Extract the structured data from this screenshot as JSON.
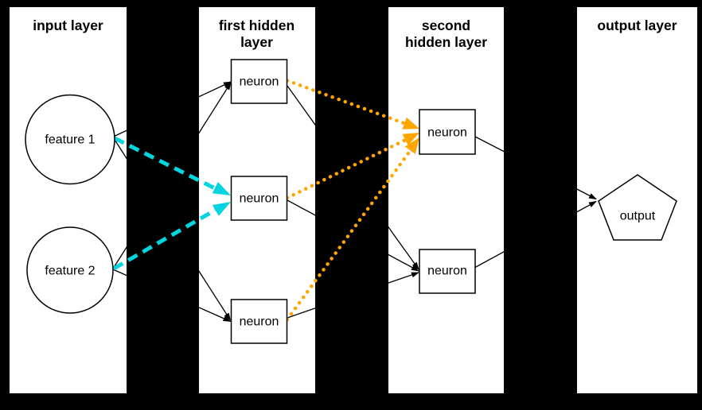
{
  "colors": {
    "background": "#000000",
    "panel": "#ffffff",
    "edge_black": "#000000",
    "cyan_edge": "#00d5e0",
    "cyan_node_fill": "#00ffff",
    "orange_edge": "#ffa500",
    "orange_node_fill": "#ffa505"
  },
  "layers": {
    "input": {
      "title": "input layer",
      "nodes": {
        "feature1": {
          "label": "feature 1",
          "shape": "circle"
        },
        "feature2": {
          "label": "feature 2",
          "shape": "circle"
        }
      }
    },
    "first_hidden": {
      "title_line1": "first hidden",
      "title_line2": "layer",
      "nodes": {
        "top": {
          "label": "neuron",
          "shape": "rect",
          "fill": "#ffffff"
        },
        "middle": {
          "label": "neuron",
          "shape": "rect",
          "fill": "#00ffff"
        },
        "bottom": {
          "label": "neuron",
          "shape": "rect",
          "fill": "#ffffff"
        }
      }
    },
    "second_hidden": {
      "title_line1": "second",
      "title_line2": "hidden layer",
      "nodes": {
        "top": {
          "label": "neuron",
          "shape": "rect",
          "fill": "#ffa505"
        },
        "bottom": {
          "label": "neuron",
          "shape": "rect",
          "fill": "#ffffff"
        }
      }
    },
    "output": {
      "title": "output layer",
      "nodes": {
        "output": {
          "label": "output",
          "shape": "pentagon"
        }
      }
    }
  },
  "connections": {
    "black_solid_arrows": [
      "feature1 -> first_hidden.top",
      "feature2 -> first_hidden.top",
      "feature1 -> first_hidden.bottom",
      "feature2 -> first_hidden.bottom",
      "first_hidden.top -> second_hidden.bottom",
      "first_hidden.middle -> second_hidden.bottom",
      "first_hidden.bottom -> second_hidden.bottom",
      "second_hidden.top -> output",
      "second_hidden.bottom -> output"
    ],
    "cyan_dashed_arrows": [
      "feature1 -> first_hidden.middle",
      "feature2 -> first_hidden.middle"
    ],
    "orange_dotted_arrows": [
      "first_hidden.top -> second_hidden.top",
      "first_hidden.middle -> second_hidden.top",
      "first_hidden.bottom -> second_hidden.top"
    ]
  }
}
